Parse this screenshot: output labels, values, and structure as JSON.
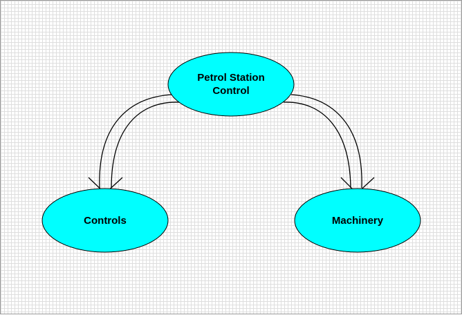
{
  "diagram": {
    "nodes": [
      {
        "id": "root",
        "lines": [
          "Petrol Station",
          "Control"
        ]
      },
      {
        "id": "controls",
        "lines": [
          "Controls"
        ]
      },
      {
        "id": "machinery",
        "lines": [
          "Machinery"
        ]
      }
    ],
    "edges": [
      {
        "from": "root",
        "to": "controls"
      },
      {
        "from": "root",
        "to": "machinery"
      }
    ],
    "node_fill": "#00ffff",
    "node_stroke": "#000000",
    "edge_stroke": "#000000",
    "grid_color": "#dedede"
  }
}
